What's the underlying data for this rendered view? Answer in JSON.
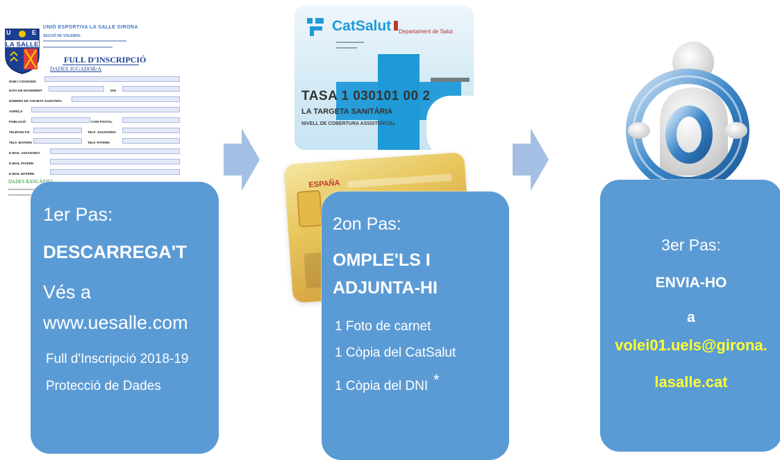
{
  "form": {
    "org_name": "UNIÓ ESPORTIVA LA SALLE GIRONA",
    "section_name": "SECCIÓ DE VOLEIBOL",
    "crest_text": "LA SALLE",
    "crest_letters": [
      "U",
      "E"
    ],
    "title": "FULL D'INSCRIPCIÓ",
    "section1": "DADES JUGADOR/A",
    "labels": {
      "nom": "NOM I COGNOMS",
      "naixement": "DATA DE NAIXEMENT",
      "dni": "DNI",
      "tarjeta": "NÚMERO DE TARJETA SANITÀRIA",
      "adreca": "ADREÇA",
      "poblacio": "POBLACIÓ",
      "codi_postal": "CODI POSTAL",
      "telefon_fix": "TELÈFON FIX",
      "tel_jugador": "TELF. JUGADOR/A",
      "tel_matern": "TELF. MATERN",
      "tel_patern": "TELF. PATERN",
      "email_jugador": "E-MAIL JUGADOR/A",
      "email_patern": "E-MAIL PATERN",
      "email_matern": "E-MAIL MATERN"
    },
    "section2": "DADES BANCÀRIES"
  },
  "catsalut": {
    "brand": "CatSalut",
    "department": "Departament de Salut",
    "number": "TASA 1 030101 00 2",
    "line1": "LA TARGETA SANITÀRIA",
    "line2": "NIVELL DE COBERTURA ASSISTENCIAL"
  },
  "dni_card": {
    "text": "ESPAÑA"
  },
  "steps": [
    {
      "title": "1er Pas:",
      "action": "DESCARREGA'T",
      "line1": "Vés a",
      "line2": "www.uesalle.com",
      "items": [
        "Full d'Inscripció 2018-19",
        "Protecció de Dades"
      ]
    },
    {
      "title": "2on Pas:",
      "action_line1": "OMPLE'LS I",
      "action_line2": "ADJUNTA-HI",
      "items": [
        "1 Foto de carnet",
        "1 Còpia del CatSalut",
        "1 Còpia del DNI"
      ],
      "asterisk": "*"
    },
    {
      "title": "3er Pas:",
      "action": "ENVIA-HO",
      "connector": "a",
      "email_line1": "volei01.uels@girona.",
      "email_line2": "lasalle.cat"
    }
  ],
  "colors": {
    "step_box": "#5b9bd5",
    "arrow": "#a4bfe3",
    "email_highlight": "#ffff33",
    "form_blue": "#1c3f94"
  }
}
